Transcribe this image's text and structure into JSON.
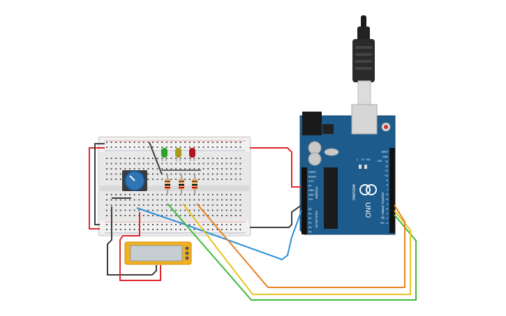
{
  "arduino": {
    "model": "UNO",
    "brand": "ARDUINO",
    "digital_header_label": "DIGITAL (PWM ~)",
    "power_header_label": "POWER",
    "analog_header_label": "ANALOG IN",
    "tx_label": "TX",
    "rx_label": "RX",
    "l_label": "L",
    "on_label": "ON",
    "power_pins": [
      "IOREF",
      "RESET",
      "3.3V",
      "5V",
      "GND",
      "GND",
      "VIN"
    ],
    "analog_pins": [
      "A0",
      "A1",
      "A2",
      "A3",
      "A4",
      "A5"
    ],
    "digital_pins": [
      "AREF",
      "GND",
      "13",
      "12",
      "~11",
      "~10",
      "~9",
      "8",
      "7",
      "~6",
      "~5",
      "4",
      "~3",
      "2",
      "TX→1",
      "RX←0"
    ]
  },
  "colors": {
    "board": "#1d5b8c",
    "breadboard": "#e6e6e6",
    "wire_red": "#e0262b",
    "wire_black": "#3c3c3c",
    "wire_blue": "#2a8fd6",
    "wire_green": "#3db83a",
    "wire_yellow": "#e8c21e",
    "wire_orange": "#e8801e",
    "led_green": "#2aa32a",
    "led_yellow": "#a89a1e",
    "led_red": "#b3141e",
    "lcd_frame": "#f2b01e",
    "pot_knob": "#2f74b5"
  },
  "components": {
    "leds": [
      "green-led",
      "yellow-led",
      "red-led"
    ],
    "resistor_count": 3,
    "potentiometer": "potentiometer",
    "display": "lcd-display"
  }
}
